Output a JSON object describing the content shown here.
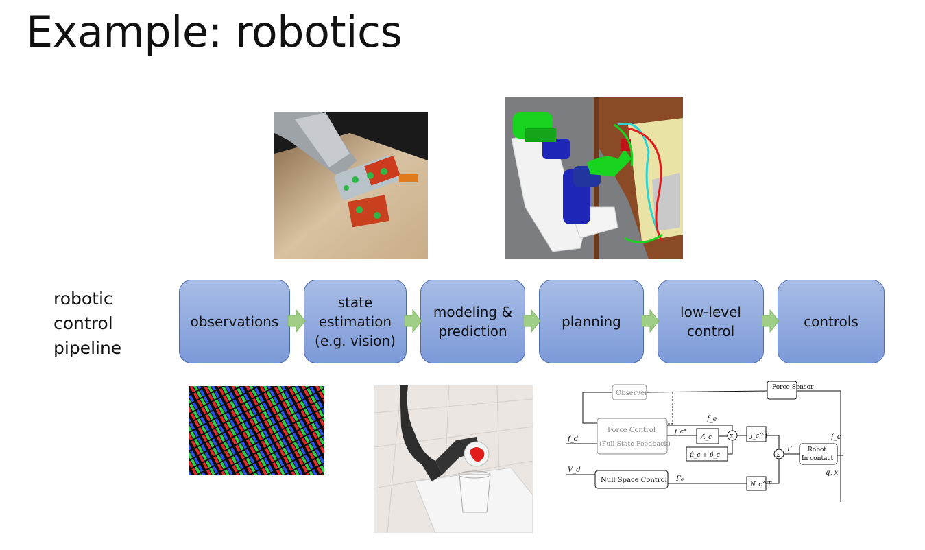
{
  "slide": {
    "title": "Example: robotics"
  },
  "side_label": {
    "lines": [
      "robotic",
      "control",
      "pipeline"
    ]
  },
  "pipeline": {
    "stages": [
      {
        "label": "observations"
      },
      {
        "label": "state\nestimation\n(e.g. vision)"
      },
      {
        "label": "modeling &\nprediction"
      },
      {
        "label": "planning"
      },
      {
        "label": "low-level\ncontrol"
      },
      {
        "label": "controls"
      }
    ],
    "colors": {
      "box_top": "#a8bde6",
      "box_bottom": "#7c9ad8",
      "box_border": "#4a6db0",
      "arrow": "#9fcf86"
    }
  },
  "control_diagram": {
    "observer": "Observer",
    "force_sensor": "Force Sensor",
    "force_control_1": "Force Control",
    "force_control_2": "(Full State Feedback)",
    "null_space": "Null Space Control",
    "robot_1": "Robot",
    "robot_2": "In contact",
    "fd": "f_d",
    "vd": "V_d",
    "fe_hat": "f̂_e",
    "fc_star": "f_c*",
    "lambda": "Λ̂_c",
    "mu_p": "μ̂_c + p̂_c",
    "jt": "J_c^T",
    "nt": "N_c^T",
    "gamma": "Γ",
    "gamma0": "Γ₀",
    "fc": "f_c",
    "qx": "q, x",
    "sigma": "Σ"
  }
}
